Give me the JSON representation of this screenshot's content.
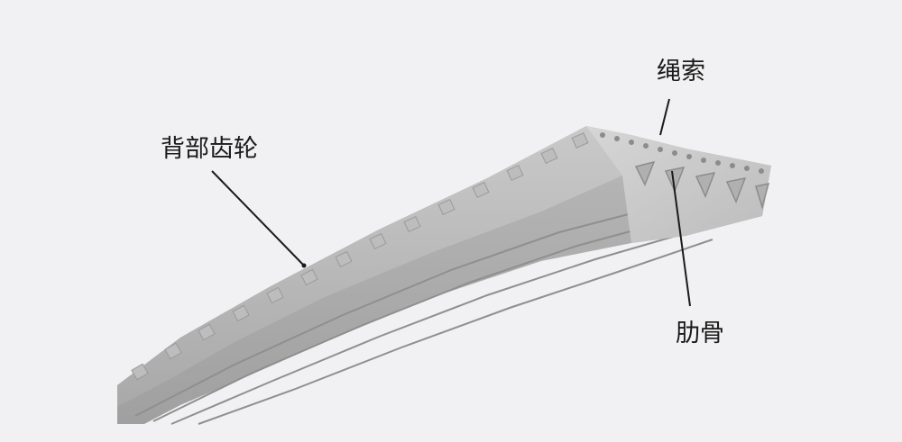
{
  "diagram": {
    "labels": {
      "back_teeth": "背部齿轮",
      "cord": "绳索",
      "rib": "肋骨"
    }
  }
}
